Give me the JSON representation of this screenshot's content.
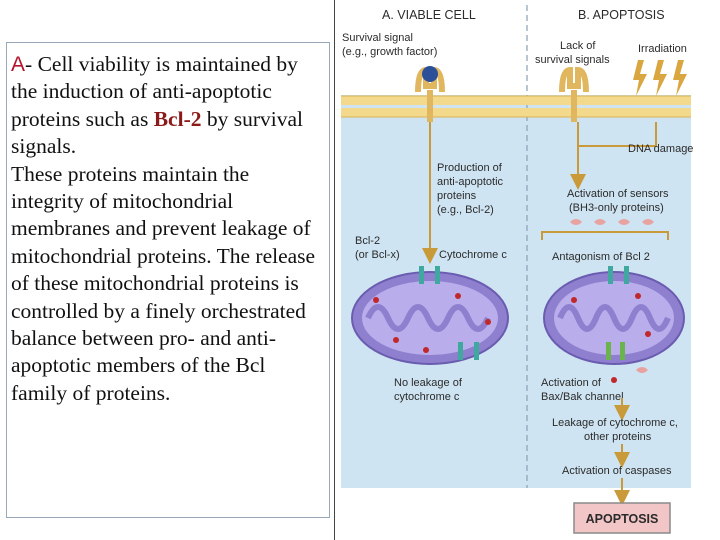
{
  "text_panel": {
    "label_a": "A",
    "dash": "- ",
    "intro": "Cell viability is maintained by the induction of anti-apoptotic proteins such as ",
    "bcl2": "Bcl-2",
    "intro_end": " by survival signals.",
    "para2": "These proteins maintain the integrity of mitochondrial membranes and prevent leakage of mitochondrial proteins. The release of these mitochondrial proteins is controlled by a finely orchestrated balance between pro- and anti-apoptotic members of the Bcl family of proteins."
  },
  "figure": {
    "panel_a_title": "A. VIABLE CELL",
    "panel_b_title": "B. APOPTOSIS",
    "survival_signal_1": "Survival signal",
    "survival_signal_2": "(e.g., growth factor)",
    "lack_1": "Lack of",
    "lack_2": "survival signals",
    "irradiation": "Irradiation",
    "dna_damage": "DNA damage",
    "production_1": "Production of",
    "production_2": "anti-apoptotic",
    "production_3": "proteins",
    "production_4": "(e.g., Bcl-2)",
    "sensors_1": "Activation of sensors",
    "sensors_2": "(BH3-only proteins)",
    "bcl2_1": "Bcl-2",
    "bcl2_2": "(or Bcl-x)",
    "cytochrome": "Cytochrome c",
    "antagonism": "Antagonism of Bcl 2",
    "no_leakage_1": "No leakage of",
    "no_leakage_2": "cytochrome c",
    "bax_1": "Activation of",
    "bax_2": "Bax/Bak channel",
    "leakage_1": "Leakage of cytochrome c,",
    "leakage_2": "other proteins",
    "caspases": "Activation of caspases",
    "apoptosis": "APOPTOSIS"
  },
  "colors": {
    "cytoplasm": "#cfe4f2",
    "membrane": "#f2d98c",
    "mito_outer": "#8f7fcf",
    "mito_inner": "#b9adeb",
    "arrow": "#c89a3a",
    "apoptosis_box": "#f2c6c6"
  }
}
